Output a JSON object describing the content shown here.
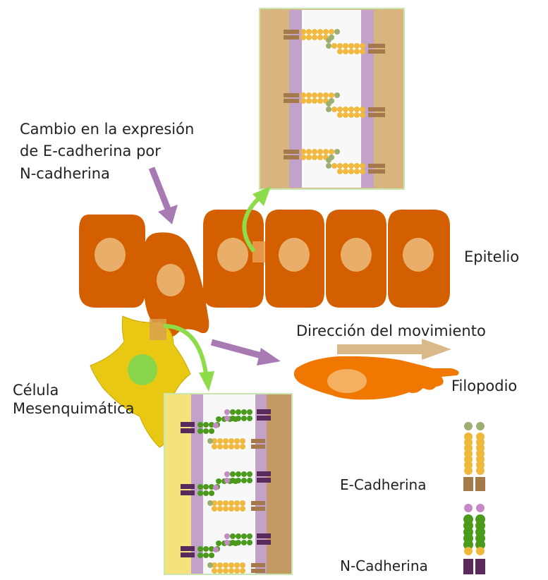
{
  "labels": {
    "change_line1": "Cambio en la expresión",
    "change_line2": "de E-cadherina por",
    "change_line3": "N-cadherina",
    "epithelium": "Epitelio",
    "direction": "Dirección del movimiento",
    "cell_line1": "Célula",
    "cell_line2": "Mesenquimática",
    "filopodium": "Filopodio",
    "legend_e": "E-Cadherina",
    "legend_n": "N-Cadherina"
  },
  "colors": {
    "epithelial_cell": "#d35f00",
    "nucleus": "#e9af6a",
    "mesenchymal_yellow": "#e8c812",
    "mesenchymal_nucleus": "#8ad64a",
    "migrating_cell": "#f07800",
    "purple_arrow": "#a87ab4",
    "green_arrow": "#8edc4a",
    "direction_arrow": "#d9b98a",
    "e_cadherin": "#f0b83c",
    "e_cadherin_tip": "#9cae72",
    "e_cadherin_base": "#a57a4a",
    "n_cadherin": "#4a9a1c",
    "n_cadherin_tip": "#c48ac4",
    "n_cadherin_base": "#5a2a5a",
    "membrane": "#c2a2c8",
    "cytoplasm_tan": "#d8b47e"
  },
  "icons": {
    "change_arrow": "purple-arrow-icon",
    "migration_arrow": "purple-arrow-icon",
    "zoom_arrow_top": "green-curved-arrow-icon",
    "zoom_arrow_bottom": "green-curved-arrow-icon",
    "direction_arrow": "tan-arrow-icon"
  }
}
